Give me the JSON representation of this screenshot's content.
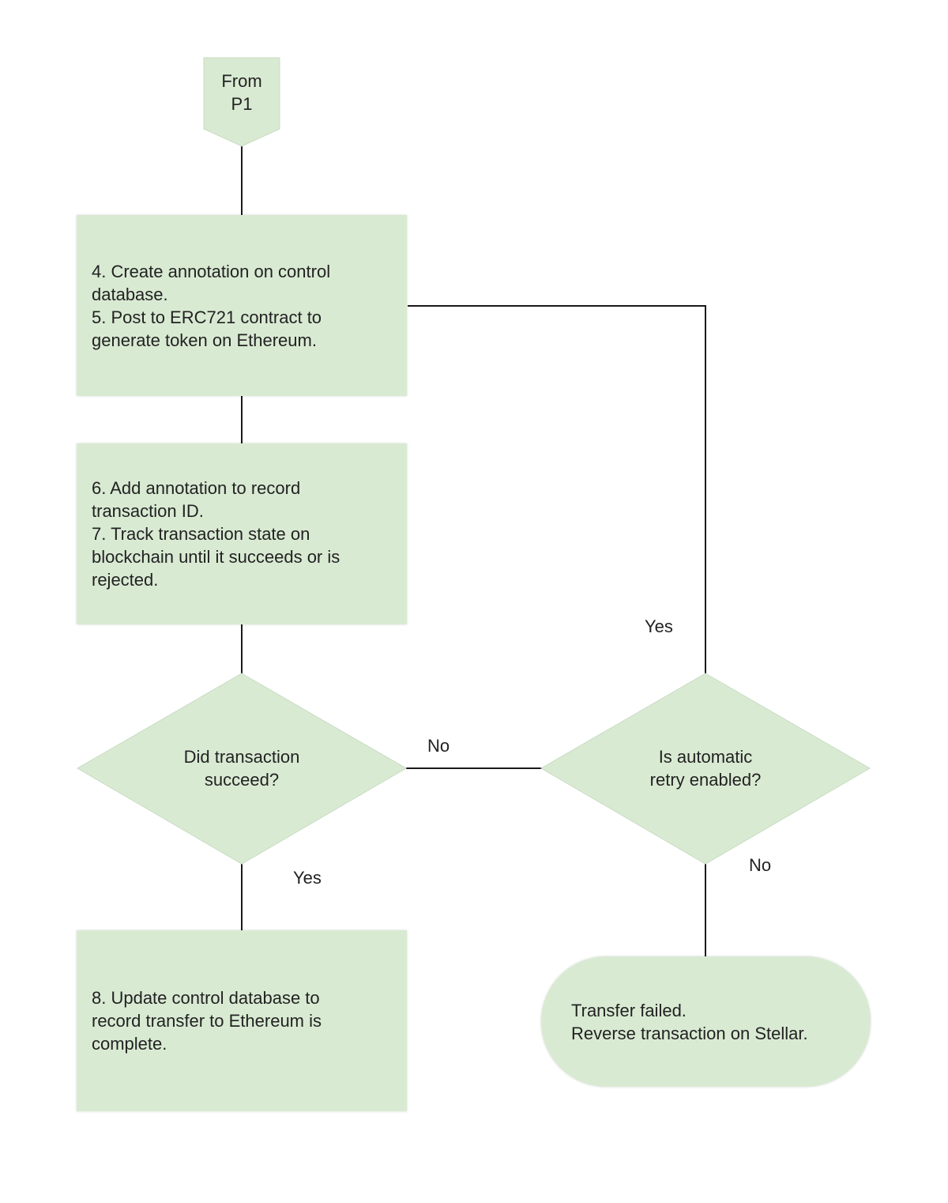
{
  "colors": {
    "node_fill": "#d9ead3",
    "connector": "#1a1a1a",
    "text": "#222222"
  },
  "nodes": {
    "offpage_connector": "From\nP1",
    "step_4_5": "4. Create annotation on control\ndatabase.\n5. Post to ERC721 contract to\ngenerate token on Ethereum.",
    "step_6_7": "6. Add annotation to record\ntransaction ID.\n7. Track transaction state on\nblockchain until it succeeds or is\nrejected.",
    "decision_success": "Did transaction\nsucceed?",
    "decision_retry": "Is automatic\nretry enabled?",
    "step_8": "8. Update control database to\nrecord transfer to Ethereum is\ncomplete.",
    "terminal_failed": "Transfer failed.\nReverse transaction on Stellar."
  },
  "edge_labels": {
    "success_no": "No",
    "success_yes": "Yes",
    "retry_yes": "Yes",
    "retry_no": "No"
  }
}
